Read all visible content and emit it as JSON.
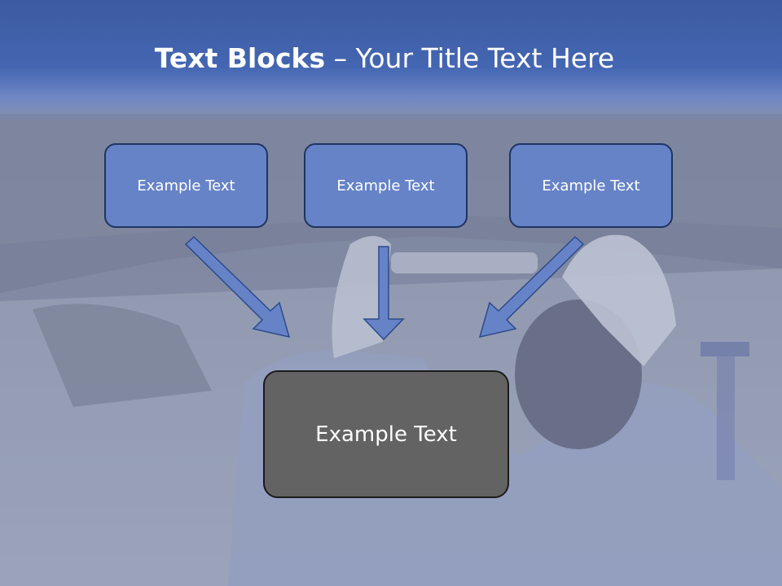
{
  "slide": {
    "title_bold": "Text Blocks",
    "title_dash": " – ",
    "title_rest": "Your Title Text Here"
  },
  "blocks": {
    "top": [
      {
        "text": "Example Text"
      },
      {
        "text": "Example Text"
      },
      {
        "text": "Example Text"
      }
    ],
    "main": {
      "text": "Example Text"
    }
  },
  "colors": {
    "title_band": "#4466b2",
    "block_fill": "#6683c8",
    "block_border": "#1f3461",
    "main_fill": "#636363",
    "arrow_fill": "#6683c8",
    "arrow_stroke": "#2d4a8a"
  }
}
